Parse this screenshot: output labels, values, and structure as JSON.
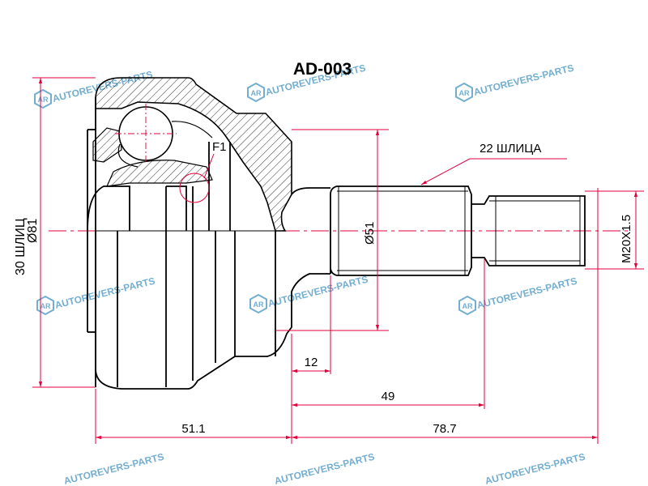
{
  "title": "AD-003",
  "labels": {
    "spline_outer": "22 ШЛИЦА",
    "spline_inner": "30 ШЛИЦ",
    "bore_dia": "Ø81",
    "shaft_dia": "Ø51",
    "thread": "M20X1.5",
    "feature": "F1",
    "dim_12": "12",
    "dim_49": "49",
    "dim_51_1": "51.1",
    "dim_78_7": "78.7"
  },
  "watermark": {
    "text": "AUTOREVERS-PARTS",
    "logo": "AR"
  },
  "colors": {
    "outline": "#000000",
    "dimension": "#e0003c",
    "watermark": "#5aa0c8"
  }
}
